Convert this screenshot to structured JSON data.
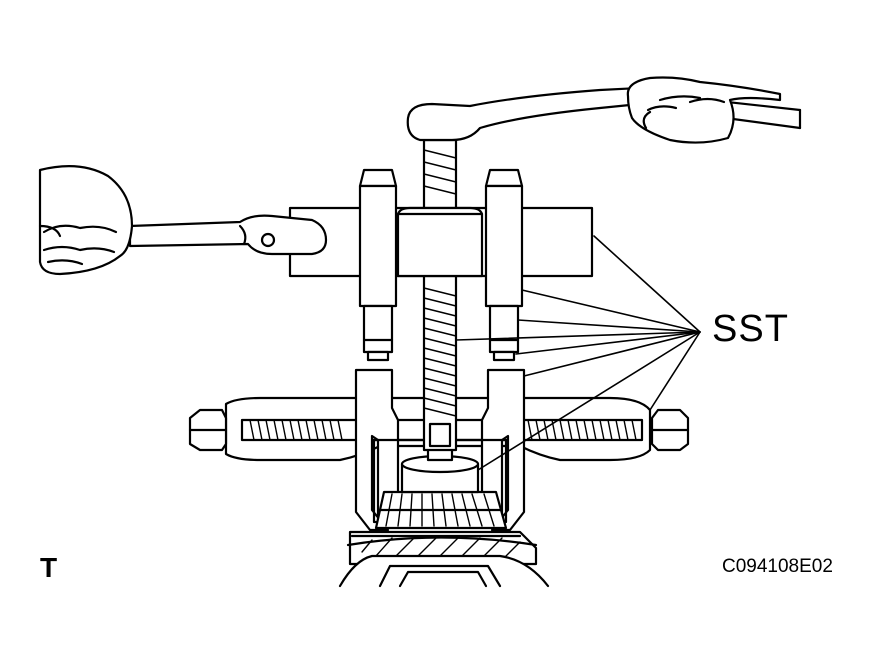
{
  "labels": {
    "sst": "SST",
    "view_letter": "T",
    "figure_code": "C094108E02"
  },
  "colors": {
    "line": "#000000",
    "background": "#ffffff"
  }
}
